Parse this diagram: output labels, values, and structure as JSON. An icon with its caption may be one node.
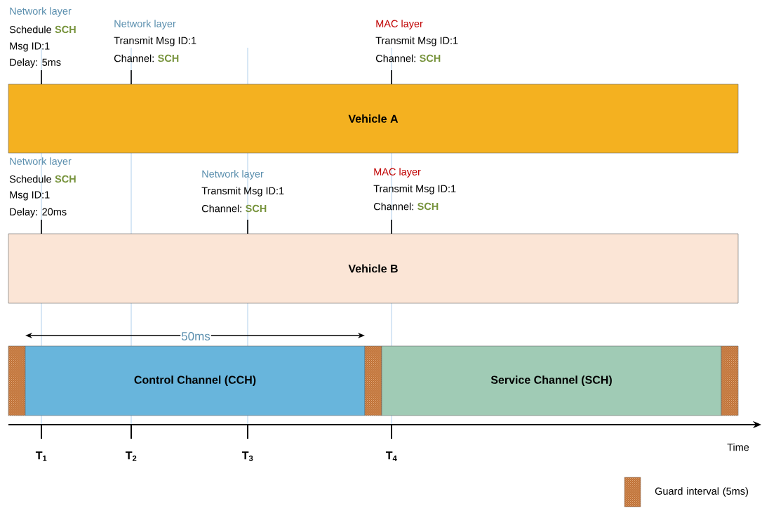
{
  "diagram": {
    "nodes": [
      {
        "text": [
          "Vehicle A"
        ]
      },
      {
        "text": [
          "Vehicle B"
        ]
      },
      {
        "text": [],
        "shape": "box"
      },
      {
        "text": [
          "Control Channel (CCH)"
        ]
      },
      {
        "text": [],
        "shape": "box"
      },
      {
        "text": [
          "Service Channel (SCH)"
        ]
      },
      {
        "text": [],
        "shape": "box"
      }
    ],
    "labels": [
      "Network layer",
      "Schedule",
      "SCH",
      "Msg ID:1",
      "Delay: 5ms",
      "Network layer",
      "Transmit Msg ID:1",
      "Channel:",
      "SCH",
      "MAC layer",
      "Transmit Msg ID:1",
      "Channel:",
      "SCH",
      "Network layer",
      "Schedule",
      "SCH",
      "Msg ID:1",
      "Delay: 20ms",
      "Network layer",
      "Transmit Msg ID:1",
      "Channel:",
      "SCH",
      "MAC layer",
      "Transmit Msg ID:1",
      "Channel:",
      "SCH",
      "50ms",
      "T$_{1}$",
      "T$_{2}$",
      "T$_{3}$",
      "T$_{4}$",
      "Time"
    ],
    "legend": [
      {
        "text": "Guard interval (5ms)"
      }
    ]
  }
}
